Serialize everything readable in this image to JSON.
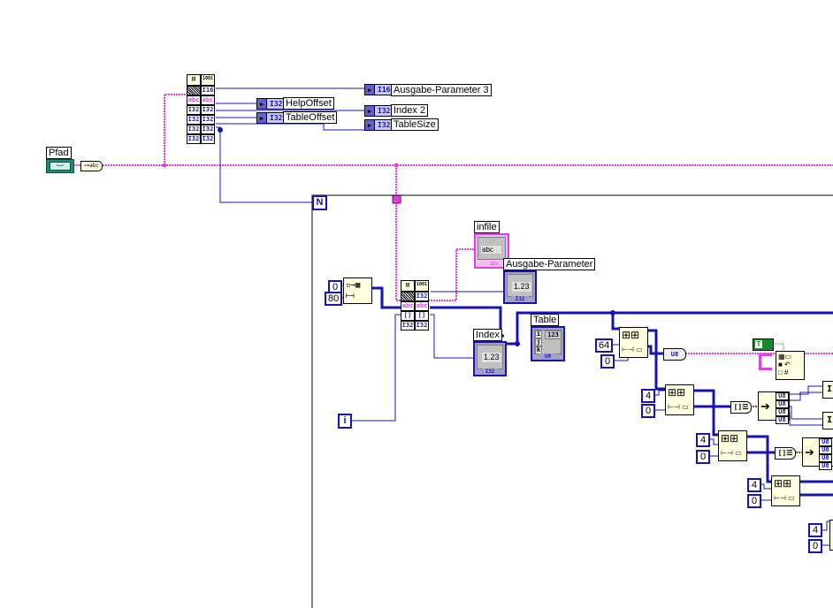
{
  "diagram": {
    "title": "LabVIEW Block Diagram",
    "controls": {
      "pfad": {
        "label": "Pfad",
        "type": "path"
      }
    },
    "top_unbundle": {
      "left_types": [
        "cluster",
        "abc",
        "I32",
        "I32",
        "I32",
        "I32"
      ],
      "right_types": [
        "I16",
        "abc",
        "I32",
        "I32",
        "I32",
        "I32"
      ]
    },
    "indicators_top": [
      {
        "type": "I16",
        "label": "Ausgabe-Parameter 3"
      },
      {
        "type": "I32",
        "label": "HelpOffset"
      },
      {
        "type": "I32",
        "label": "Index 2"
      },
      {
        "type": "I32",
        "label": "TableOffset"
      },
      {
        "type": "I32",
        "label": "TableSize"
      }
    ],
    "for_loop": {
      "count_terminal": "N",
      "iteration_terminal": "i"
    },
    "init_array": {
      "element": "0",
      "size": "80"
    },
    "inner_unbundle": {
      "left_types": [
        "cluster",
        "abc",
        "[]",
        "I32"
      ],
      "right_types": [
        "I32",
        "abc",
        "[]",
        "I32"
      ]
    },
    "indicators_inner": [
      {
        "label": "infile",
        "value": "abc",
        "type": "abc"
      },
      {
        "label": "Ausgabe-Parameter",
        "value": "1.23",
        "type": "I32"
      },
      {
        "label": "Index",
        "value": "1.23",
        "type": "I32"
      },
      {
        "label": "Table",
        "value": "123",
        "type": "U8",
        "indices": [
          "i",
          "j",
          "k"
        ]
      }
    ],
    "array_subsets": [
      {
        "length": "64",
        "index": "0"
      },
      {
        "length": "4",
        "index": "0"
      },
      {
        "length": "4",
        "index": "0"
      },
      {
        "length": "4",
        "index": "0"
      },
      {
        "length": "4",
        "index": "0"
      }
    ],
    "bool_constant": "T",
    "u8_type": "U8",
    "conversion_label": "U8",
    "colors": {
      "wire_int": "#1414b4",
      "wire_string": "#e040e0",
      "node_bg": "#ffffe0",
      "path_control": "#1e8c78",
      "bool_green": "#148c28"
    }
  }
}
